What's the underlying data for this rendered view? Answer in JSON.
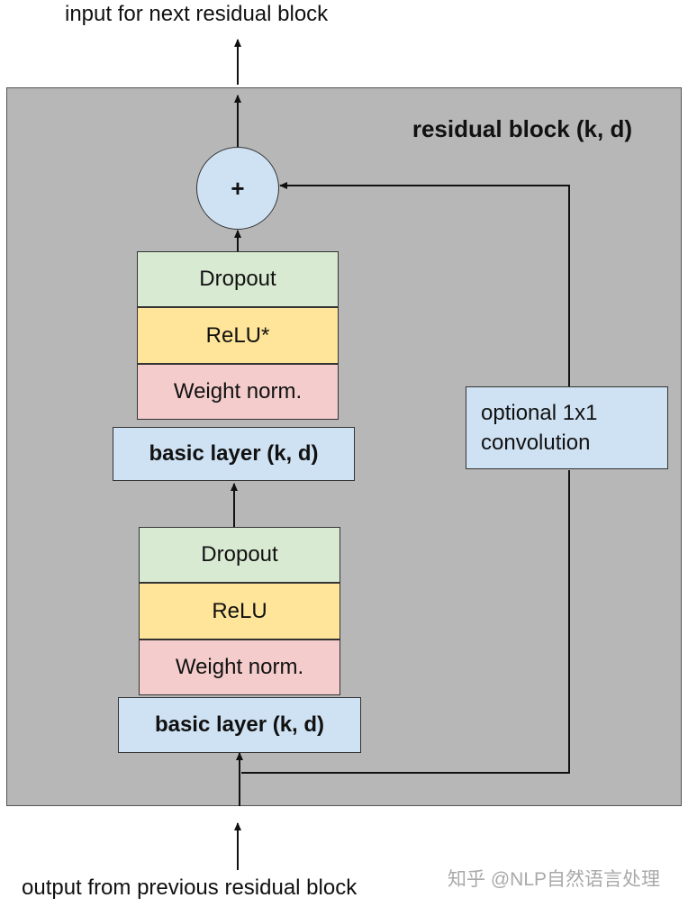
{
  "top_caption": "input for next residual block",
  "bottom_caption": "output from previous residual block",
  "watermark": "知乎 @NLP自然语言处理",
  "block": {
    "title": "residual block (k, d)",
    "plus_symbol": "+",
    "upper_stack": {
      "dropout": "Dropout",
      "activation": "ReLU*",
      "norm": "Weight norm.",
      "basic_layer": "basic layer (k, d)"
    },
    "lower_stack": {
      "dropout": "Dropout",
      "activation": "ReLU",
      "norm": "Weight norm.",
      "basic_layer": "basic layer (k, d)"
    },
    "skip_branch": "optional 1x1 convolution"
  }
}
